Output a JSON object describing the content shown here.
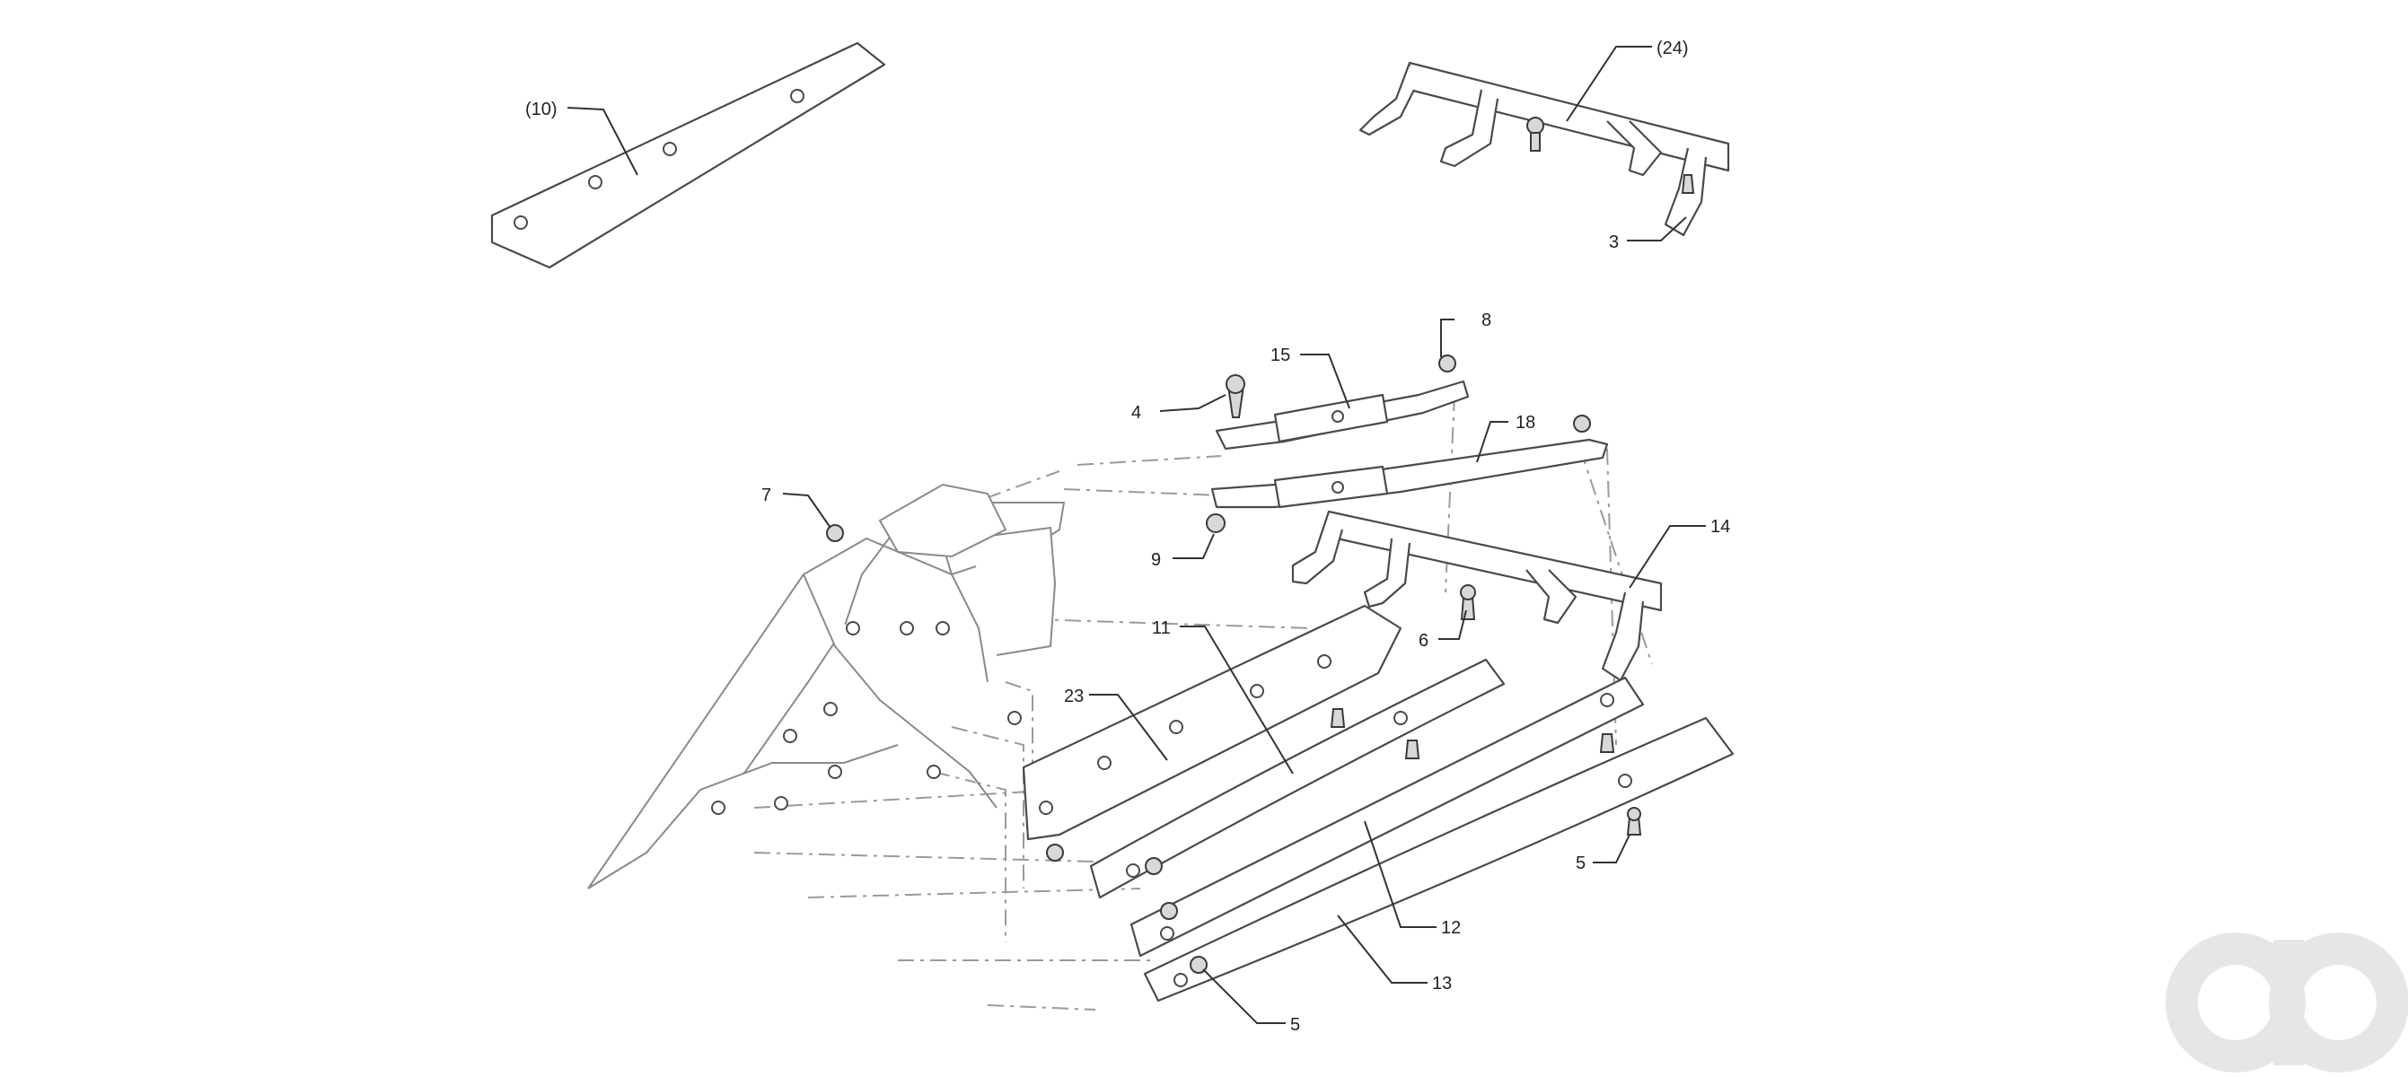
{
  "diagram": {
    "callouts": [
      {
        "id": "c10",
        "label": "(10)"
      },
      {
        "id": "c24",
        "label": "(24)"
      },
      {
        "id": "c3",
        "label": "3"
      },
      {
        "id": "c8",
        "label": "8"
      },
      {
        "id": "c15",
        "label": "15"
      },
      {
        "id": "c4",
        "label": "4"
      },
      {
        "id": "c18",
        "label": "18"
      },
      {
        "id": "c7",
        "label": "7"
      },
      {
        "id": "c9",
        "label": "9"
      },
      {
        "id": "c14",
        "label": "14"
      },
      {
        "id": "c11",
        "label": "11"
      },
      {
        "id": "c6",
        "label": "6"
      },
      {
        "id": "c23",
        "label": "23"
      },
      {
        "id": "c5a",
        "label": "5"
      },
      {
        "id": "c12",
        "label": "12"
      },
      {
        "id": "c13",
        "label": "13"
      },
      {
        "id": "c5b",
        "label": "5"
      }
    ]
  },
  "watermark": {
    "logo": "ao",
    "color": "#e6e6e6"
  }
}
